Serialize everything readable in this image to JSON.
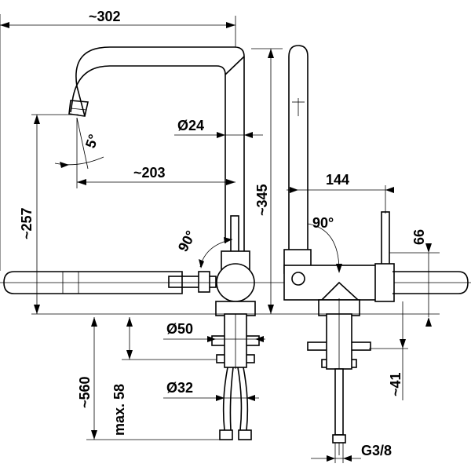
{
  "labels": {
    "reach_total": "~302",
    "spout_diameter": "Ø24",
    "spray_angle": "5°",
    "outlet_reach": "~203",
    "outlet_height": "~257",
    "total_height": "~345",
    "lever_swing_front": "90°",
    "base_diameter": "Ø50",
    "thread_diameter": "Ø32",
    "hose_length": "~560",
    "deck_thickness": "max. 58",
    "lever_offset": "144",
    "lever_swing_side": "90°",
    "lever_height": "66",
    "body_height": "~41",
    "connection_thread": "G3/8"
  }
}
